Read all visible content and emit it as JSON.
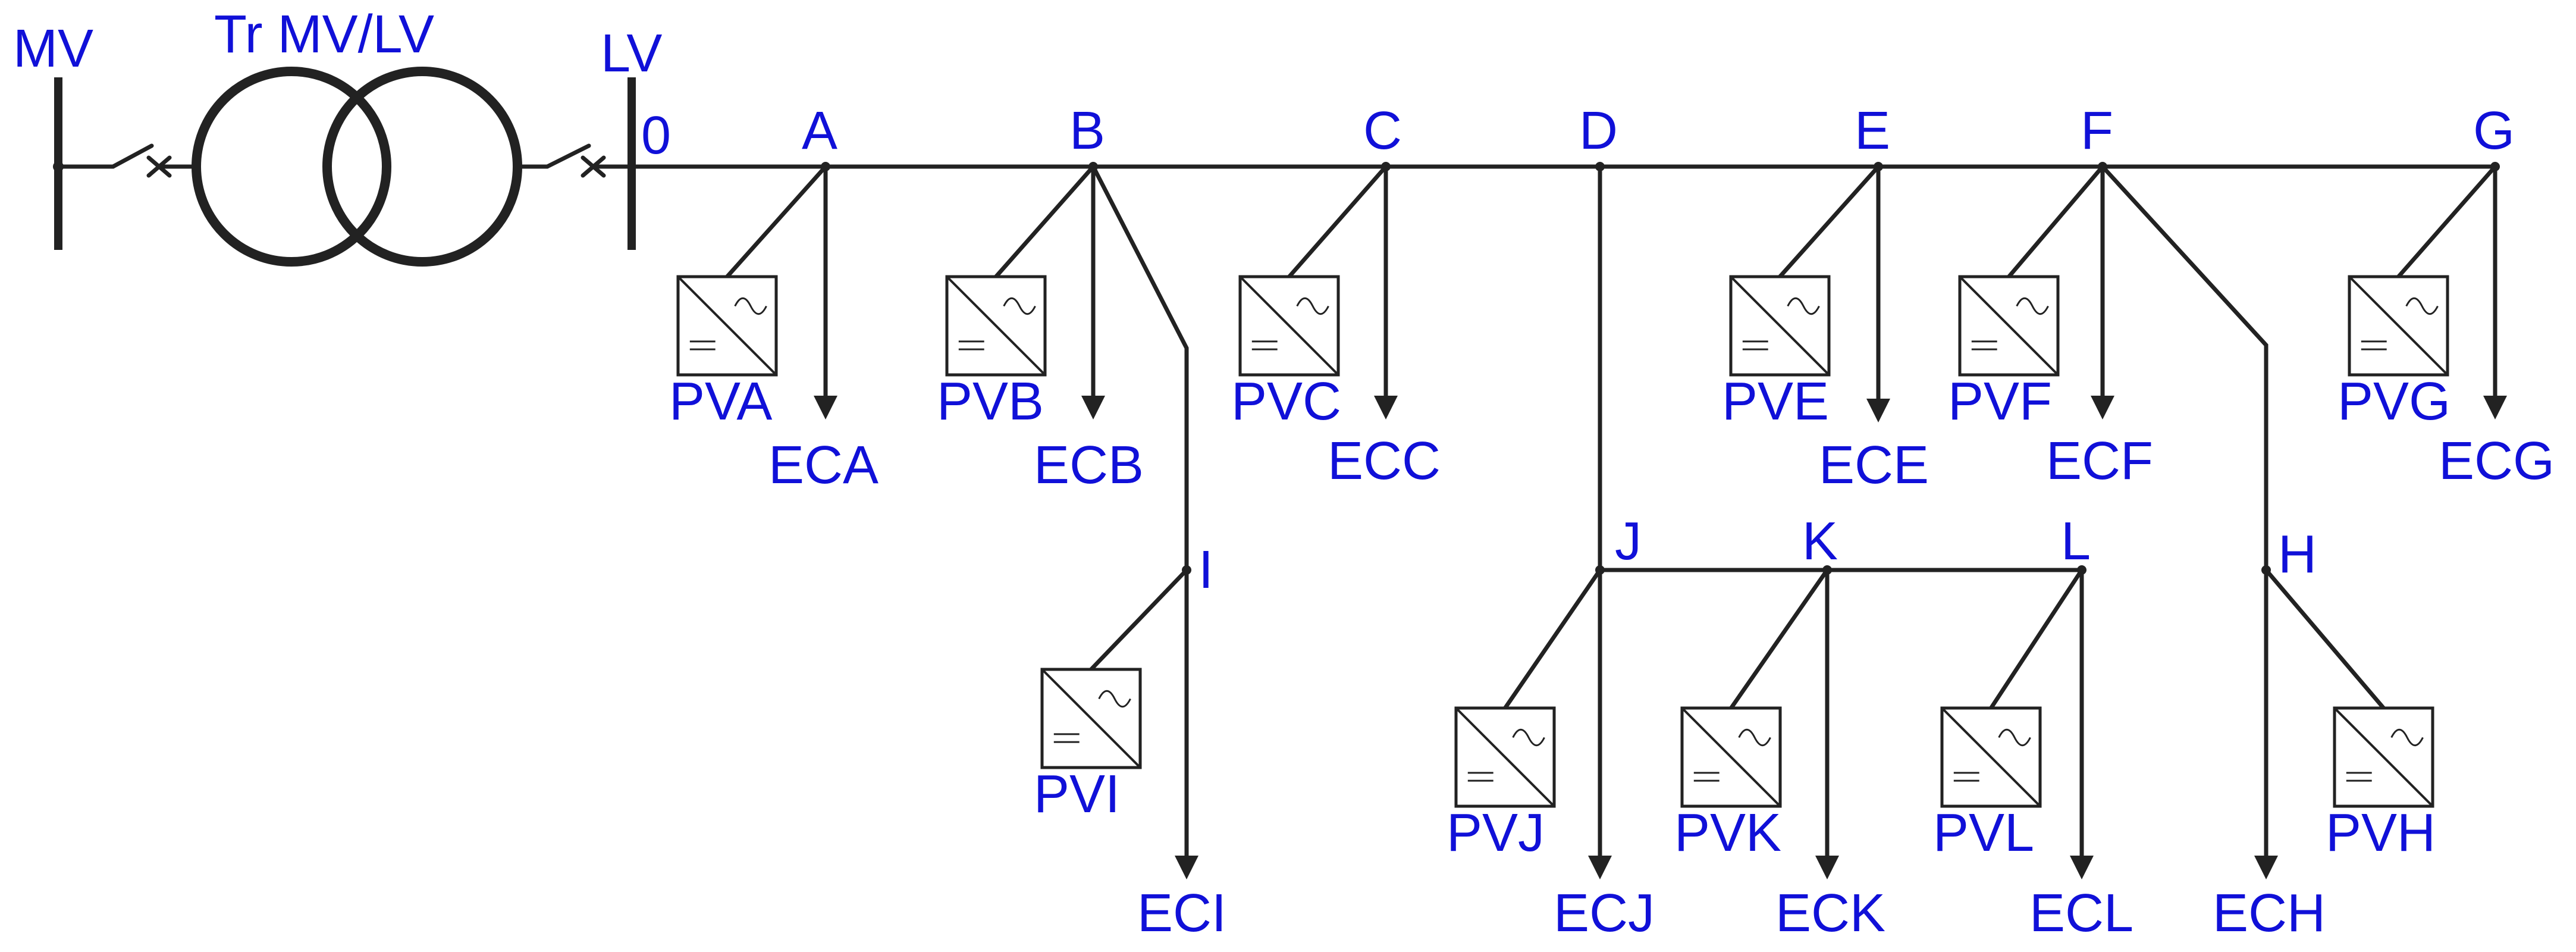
{
  "labels": {
    "mv": "MV",
    "tr": "Tr MV/LV",
    "lv": "LV",
    "zero": "0"
  },
  "nodes": {
    "A": "A",
    "B": "B",
    "C": "C",
    "D": "D",
    "E": "E",
    "F": "F",
    "G": "G",
    "H": "H",
    "I": "I",
    "J": "J",
    "K": "K",
    "L": "L"
  },
  "pv": {
    "A": "PVA",
    "B": "PVB",
    "C": "PVC",
    "E": "PVE",
    "F": "PVF",
    "G": "PVG",
    "I": "PVI",
    "J": "PVJ",
    "K": "PVK",
    "L": "PVL",
    "H": "PVH"
  },
  "ec": {
    "A": "ECA",
    "B": "ECB",
    "C": "ECC",
    "E": "ECE",
    "F": "ECF",
    "G": "ECG",
    "I": "ECI",
    "J": "ECJ",
    "K": "ECK",
    "L": "ECL",
    "H": "ECH"
  },
  "colors": {
    "label": "#1010d8",
    "line": "#222222"
  }
}
